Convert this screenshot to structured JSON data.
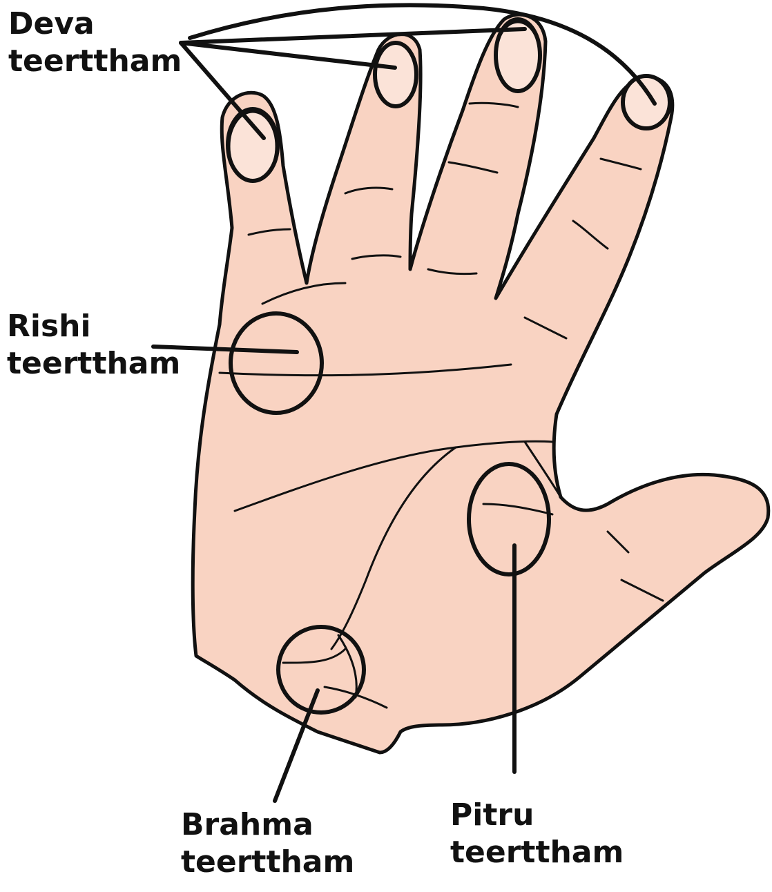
{
  "labels": {
    "deva": {
      "line1": "Deva",
      "line2": "teerttham"
    },
    "rishi": {
      "line1": "Rishi",
      "line2": "teerttham"
    },
    "brahma": {
      "line1": "Brahma",
      "line2": "teerttham"
    },
    "pitru": {
      "line1": "Pitru",
      "line2": "teerttham"
    }
  },
  "colors": {
    "skin": "#f9d3c2",
    "skin_shadow": "#efbfae",
    "outline": "#111111",
    "background": "#ffffff"
  }
}
